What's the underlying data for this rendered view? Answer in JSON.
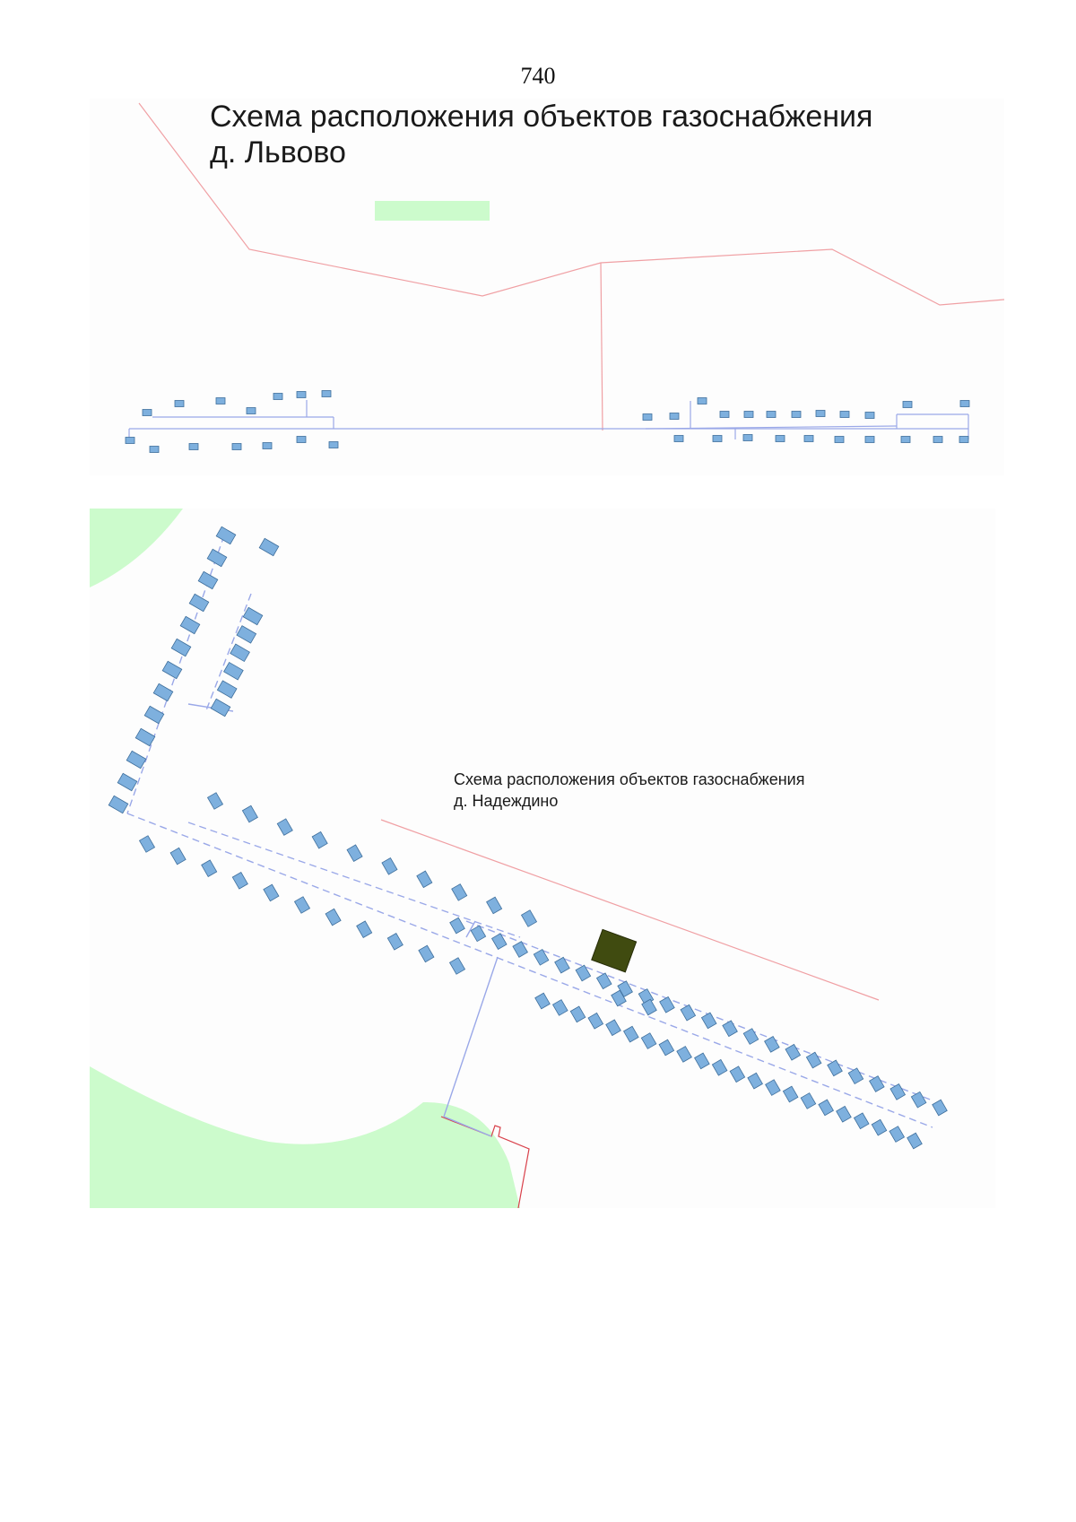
{
  "page": {
    "number": "740"
  },
  "map_lvovo": {
    "title_line1": "Схема расположения объектов газоснабжения",
    "title_line2": "д. Львово"
  },
  "map_nadezhdino": {
    "title_line1": "Схема расположения объектов газоснабжения",
    "title_line2": "д. Надеждино"
  },
  "colors": {
    "building_fill": "#7eb0de",
    "building_stroke": "#3f6f9c",
    "gas_pipeline": "#9aa8e8",
    "boundary": "#f0a0a4",
    "boundary_strong": "#d9404a",
    "green_zone": "#ccfbcc",
    "gas_facility": "#404b10",
    "map_background": "#fdfdfd"
  },
  "legend": {
    "building": "building-icon",
    "pipeline": "gas-pipeline-line",
    "boundary": "settlement-boundary-line",
    "green_zone": "green-zone-area",
    "gas_facility": "gas-regulator-station-icon"
  }
}
